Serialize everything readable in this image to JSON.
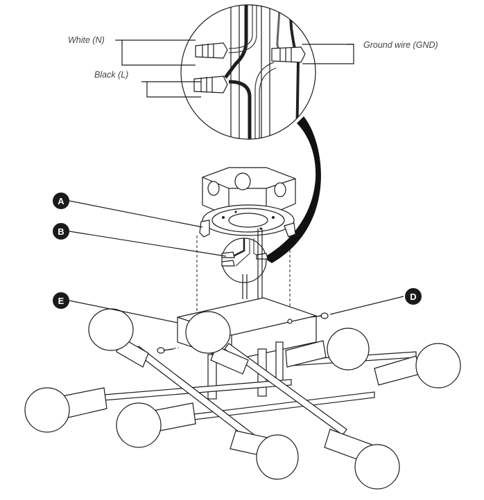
{
  "labels": {
    "white": "White (N)",
    "black": "Black (L)",
    "ground": "Ground wire (GND)"
  },
  "callouts": {
    "a": "A",
    "b": "B",
    "d": "D",
    "e": "E"
  }
}
